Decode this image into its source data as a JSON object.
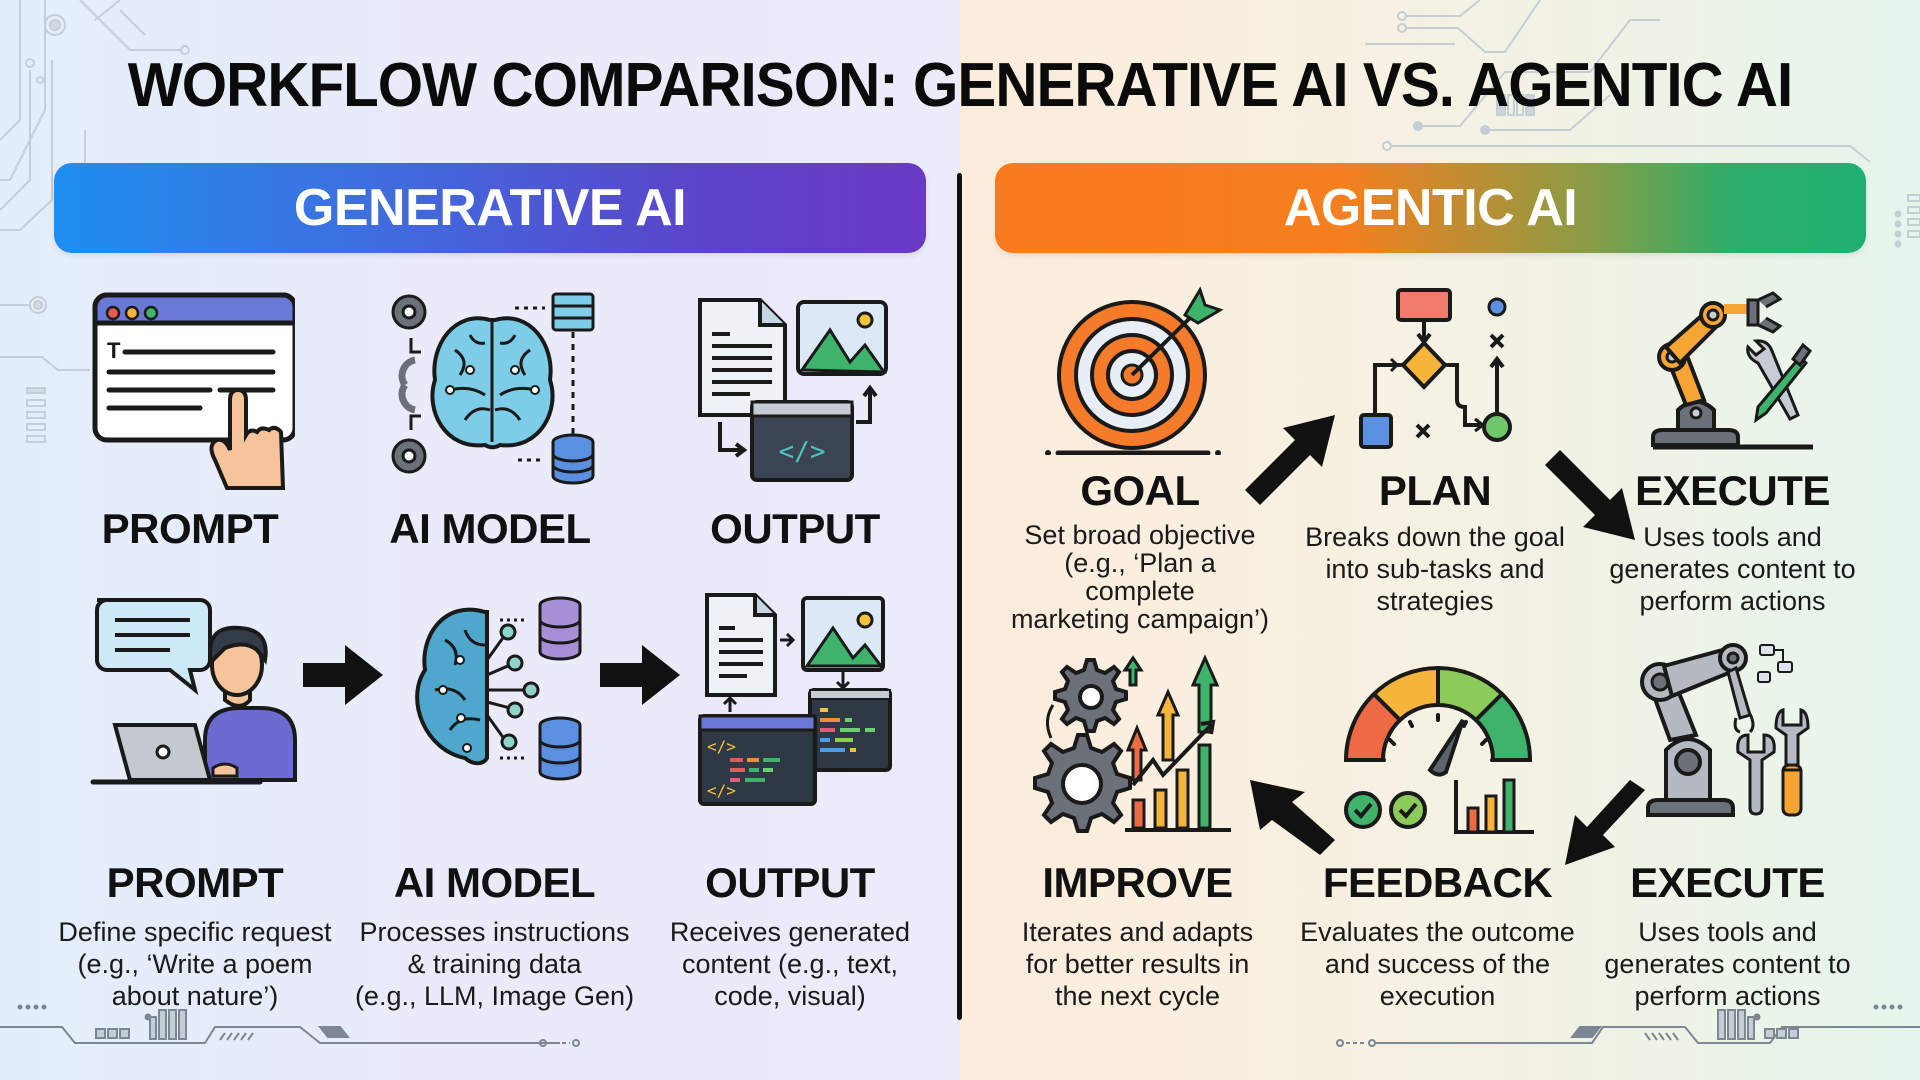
{
  "title": "WORKFLOW COMPARISON: GENERATIVE AI VS. AGENTIC AI",
  "colors": {
    "gen_gradient": [
      "#1f8ff0",
      "#6a3ac4"
    ],
    "agentic_gradient": [
      "#fa7a1e",
      "#1fae72"
    ],
    "divider": "#111111",
    "accent_orange": "#f47b2a",
    "accent_green": "#3cb371",
    "accent_yellow": "#f5b43a",
    "accent_red": "#e8553b",
    "accent_blue": "#5b8fe0"
  },
  "generative": {
    "header": "GENERATIVE AI",
    "overview_row": [
      {
        "label": "PROMPT",
        "icon": "browser-window-hand-icon"
      },
      {
        "label": "AI MODEL",
        "icon": "brain-gears-database-icon"
      },
      {
        "label": "OUTPUT",
        "icon": "document-image-code-icon"
      }
    ],
    "flow_row": [
      {
        "label": "PROMPT",
        "icon": "person-laptop-speech-icon",
        "description": [
          "Define specific request",
          "(e.g., ‘Write a poem",
          "about nature’)"
        ]
      },
      {
        "label": "AI MODEL",
        "icon": "brain-circuit-database-icon",
        "description": [
          "Processes instructions",
          "& training data",
          "(e.g., LLM, Image Gen)"
        ]
      },
      {
        "label": "OUTPUT",
        "icon": "document-image-code-windows-icon",
        "description": [
          "Receives generated",
          "content (e.g., text,",
          "code, visual)"
        ]
      }
    ],
    "flow_arrows": [
      "right-arrow",
      "right-arrow"
    ]
  },
  "agentic": {
    "header": "AGENTIC AI",
    "cycle": [
      {
        "label": "GOAL",
        "icon": "target-arrow-icon",
        "description": [
          "Set broad objective",
          "(e.g., ‘Plan a complete",
          "marketing campaign’)"
        ]
      },
      {
        "label": "PLAN",
        "icon": "flowchart-icon",
        "description": [
          "Breaks down the goal",
          "into sub-tasks and",
          "strategies"
        ]
      },
      {
        "label": "EXECUTE",
        "icon": "robot-arm-tools-icon",
        "description": [
          "Uses tools and",
          "generates content to",
          "perform actions"
        ]
      },
      {
        "label": "EXECUTE",
        "icon": "robot-arm-wrenches-icon",
        "description": [
          "Uses tools and",
          "generates content to",
          "perform actions"
        ]
      },
      {
        "label": "FEEDBACK",
        "icon": "gauge-checkmarks-icon",
        "description": [
          "Evaluates the outcome",
          "and success of the",
          "execution"
        ]
      },
      {
        "label": "IMPROVE",
        "icon": "gears-growth-chart-icon",
        "description": [
          "Iterates and adapts",
          "for better results in",
          "the next cycle"
        ]
      }
    ],
    "cycle_arrows": [
      "up-right-arrow",
      "down-right-arrow",
      "down-left-arrow",
      "up-left-arrow"
    ]
  }
}
